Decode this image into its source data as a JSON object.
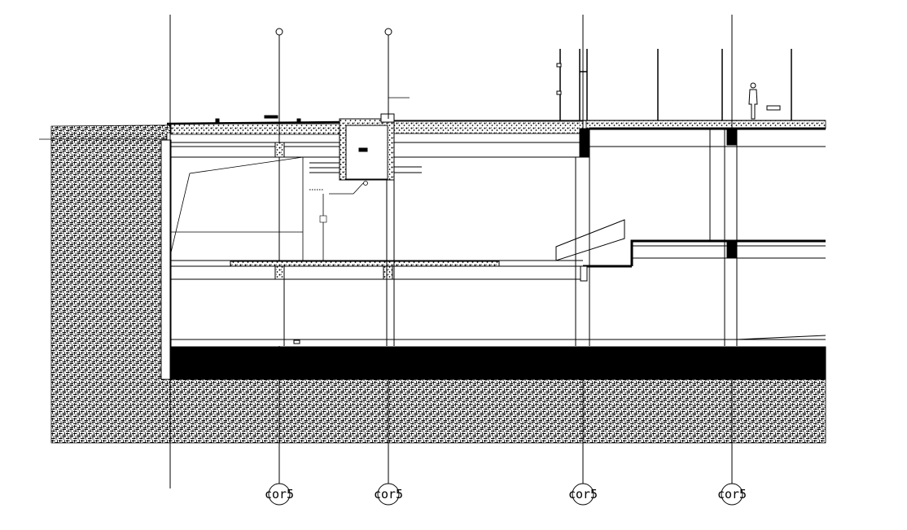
{
  "drawing": {
    "type": "architectural-section",
    "colors": {
      "line": "#000000",
      "background": "#ffffff",
      "earth_hatch": "#000000"
    },
    "axis_markers": [
      {
        "label": "cor5"
      },
      {
        "label": "cor5"
      },
      {
        "label": "cor5"
      },
      {
        "label": "cor5"
      }
    ]
  }
}
